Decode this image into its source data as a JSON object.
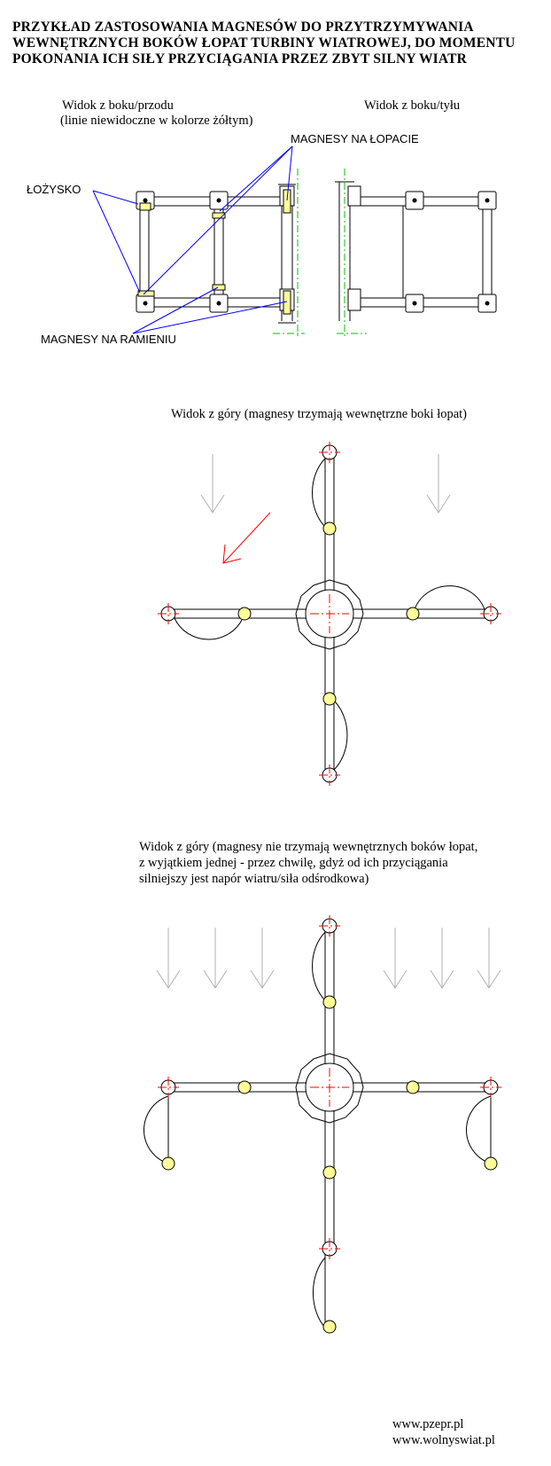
{
  "title": {
    "line1": "PRZYKŁAD ZASTOSOWANIA MAGNESÓW DO PRZYTRZYMYWANIA",
    "line2": "WEWNĘTRZNYCH BOKÓW ŁOPAT TURBINY WIATROWEJ, DO MOMENTU",
    "line3": "POKONANIA ICH SIŁY PRZYCIĄGANIA PRZEZ ZBYT SILNY WIATR"
  },
  "side_view": {
    "front_label": "Widok z boku/przodu",
    "front_note": "(linie niewidoczne w kolorze żółtym)",
    "back_label": "Widok z boku/tyłu",
    "blade_magnets_label": "MAGNESY NA ŁOPACIE",
    "bearing_label": "ŁOŻYSKO",
    "arm_magnets_label": "MAGNESY NA RAMIENIU"
  },
  "top_view_1": {
    "caption": "Widok z góry (magnesy trzymają wewnętrzne boki łopat)"
  },
  "top_view_2": {
    "caption_line1": "Widok z góry (magnesy nie trzymają wewnętrznych boków łopat,",
    "caption_line2": "z wyjątkiem jednej - przez chwilę, gdyż od ich przyciągania",
    "caption_line3": "silniejszy jest napór wiatru/siła odśrodkowa)"
  },
  "footer": {
    "url1": "www.pzepr.pl",
    "url2": "www.wolnyswiat.pl"
  },
  "colors": {
    "structure": "#000000",
    "callout_line": "#0000ff",
    "magnet_fill": "#ffff99",
    "centerline": "#ff0000",
    "wind_arrow": "#b0b0b0",
    "rotation_arrow": "#ff0000",
    "axis_dashed": "#00c000"
  },
  "icons": {
    "wind": "wind-arrow-icon",
    "rotation": "rotation-arrow-icon",
    "magnet": "magnet-icon",
    "bearing": "bearing-icon"
  }
}
